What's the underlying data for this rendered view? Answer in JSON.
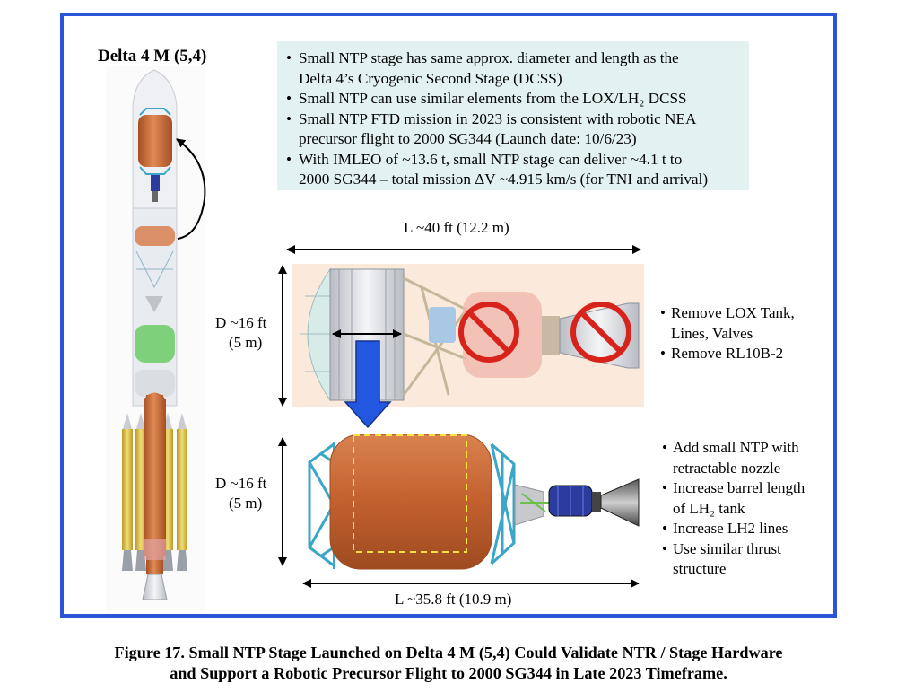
{
  "rocket_label": "Delta 4 M (5,4)",
  "top_bullets": [
    "Small NTP stage has same approx. diameter and length as the Delta 4’s Cryogenic Second Stage (DCSS)",
    "Small NTP can use similar elements from the LOX/LH₂ DCSS",
    "Small NTP FTD mission in 2023 is consistent with robotic NEA precursor flight to 2000 SG344 (Launch date: 10/6/23)",
    "With IMLEO of ~13.6 t, small NTP stage can deliver ~4.1 t to 2000 SG344 – total mission ΔV ~4.915 km/s (for TNI and arrival)"
  ],
  "top_bullet_lines": [
    [
      "Small NTP stage has same approx. diameter and length as the",
      "Delta 4’s Cryogenic Second Stage (DCSS)"
    ],
    [
      "Small NTP can use similar elements from the LOX/LH₂ DCSS"
    ],
    [
      "Small NTP FTD mission in 2023 is consistent with robotic NEA",
      "precursor flight to 2000 SG344 (Launch date: 10/6/23)"
    ],
    [
      "With IMLEO of ~13.6 t, small NTP stage can deliver ~4.1 t to",
      "2000 SG344 – total mission ΔV ~4.915 km/s (for TNI and arrival)"
    ]
  ],
  "dcss": {
    "length_label": "L ~40 ft (12.2 m)",
    "diameter_label_1": "D ~16 ft",
    "diameter_label_2": "(5 m)",
    "notes": [
      [
        "Remove LOX Tank,",
        "Lines, Valves"
      ],
      [
        "Remove RL10B-2"
      ]
    ]
  },
  "ntp": {
    "length_label": "L ~35.8 ft (10.9 m)",
    "diameter_label_1": "D ~16 ft",
    "diameter_label_2": "(5 m)",
    "notes": [
      [
        "Add small NTP with",
        "retractable nozzle"
      ],
      [
        "Increase barrel length",
        "of LH₂ tank"
      ],
      [
        "Increase LH2 lines"
      ],
      [
        "Use similar thrust",
        "structure"
      ]
    ]
  },
  "caption_line_1": "Figure 17.  Small NTP Stage Launched on Delta 4 M (5,4) Could Validate NTR / Stage Hardware",
  "caption_line_2": "and Support a Robotic Precursor Flight to 2000 SG344 in Late 2023 Timeframe.",
  "colors": {
    "frame": "#2a55d8",
    "bullet_box": "#e2f1f1",
    "tank_orange": "#c8693a",
    "truss_cyan": "#3aa6c8",
    "prohibit_red": "#d8231c",
    "arrow_blue": "#2457e0",
    "booster_yellow": "#e6cf5a",
    "green_tank": "#7ed07a"
  }
}
